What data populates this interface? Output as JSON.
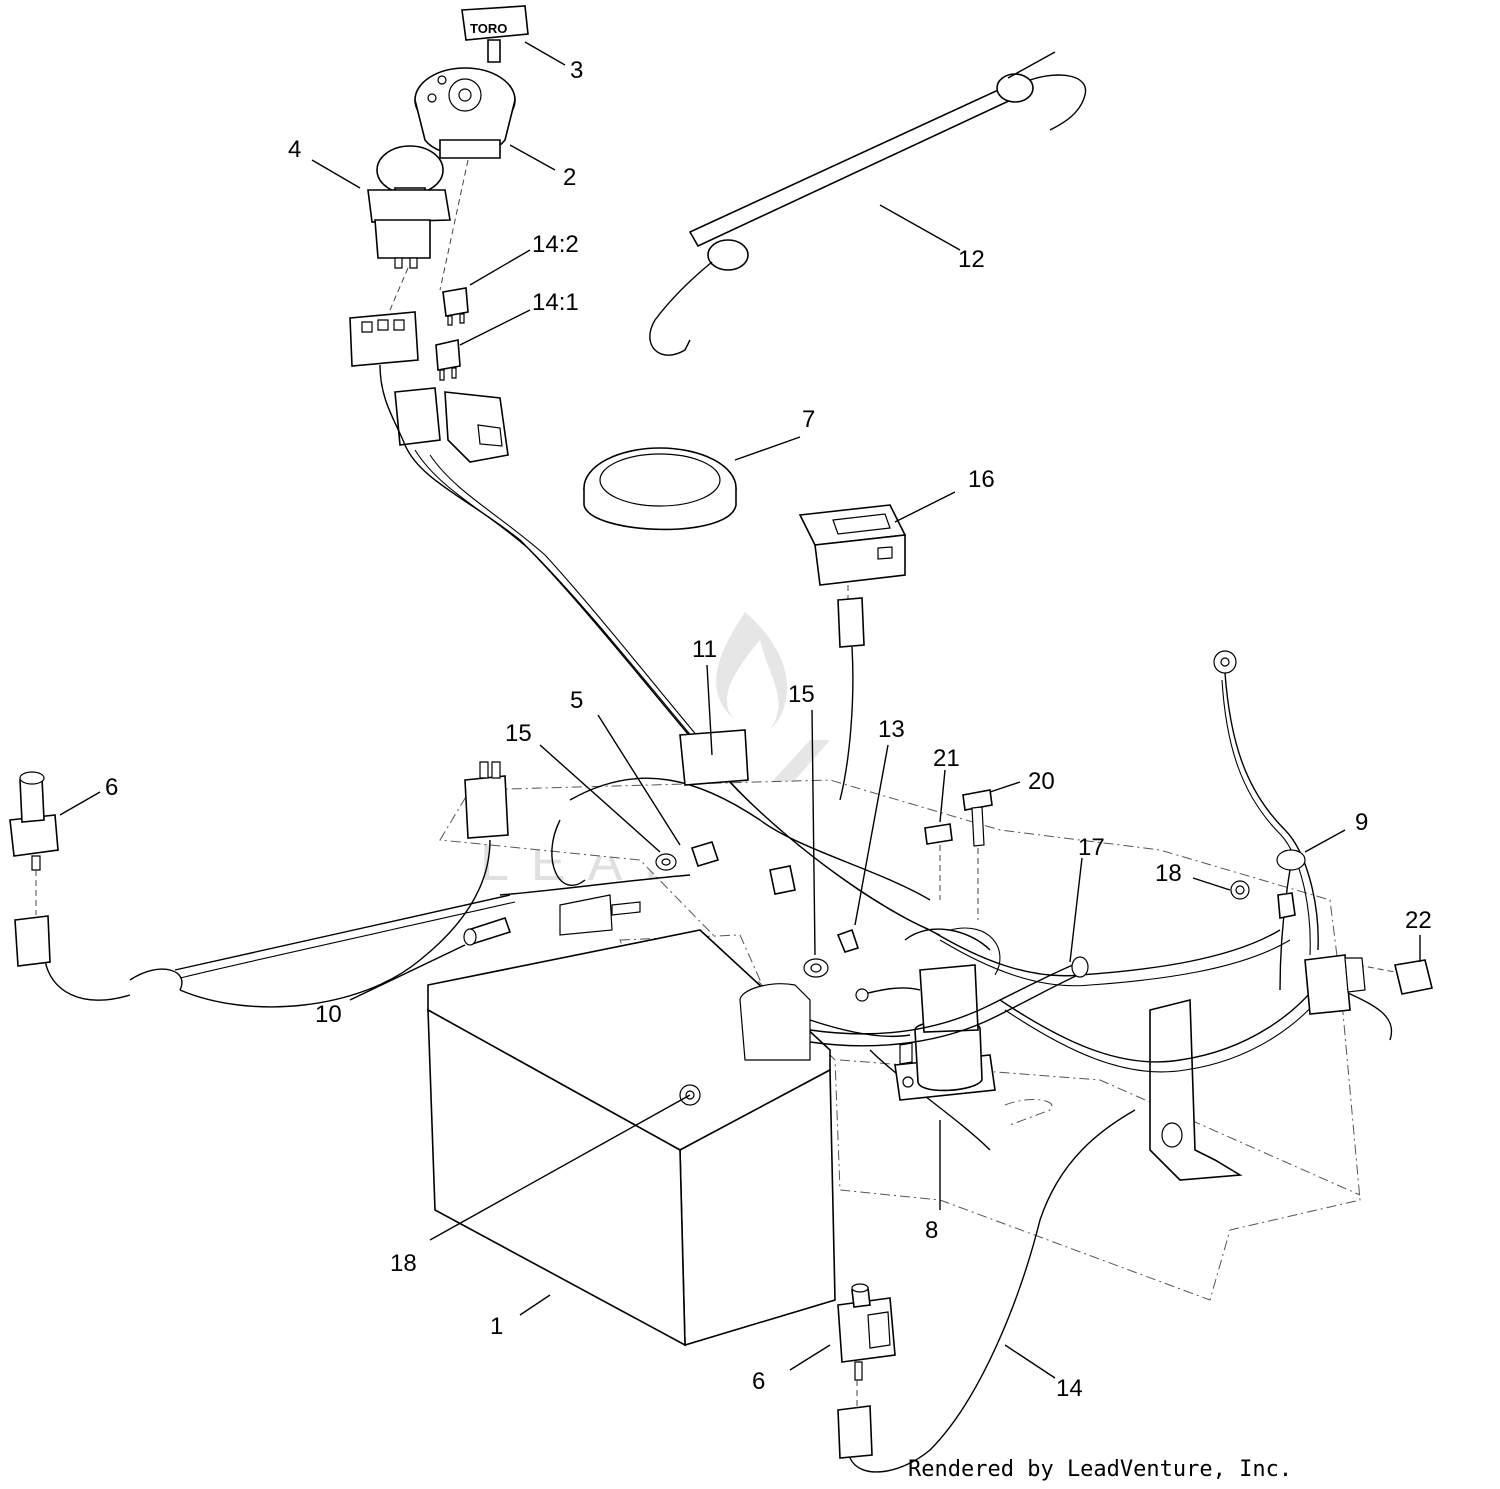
{
  "key_brand": "TORO",
  "watermark_text": "LEADVENTURE",
  "credit": "Rendered by LeadVenture, Inc.",
  "callouts": {
    "c1": "1",
    "c2": "2",
    "c3": "3",
    "c4": "4",
    "c5": "5",
    "c6a": "6",
    "c6b": "6",
    "c7": "7",
    "c8": "8",
    "c9": "9",
    "c10": "10",
    "c11": "11",
    "c12": "12",
    "c13": "13",
    "c14": "14",
    "c14_1": "14:1",
    "c14_2": "14:2",
    "c15a": "15",
    "c15b": "15",
    "c16": "16",
    "c17": "17",
    "c18a": "18",
    "c18b": "18",
    "c20": "20",
    "c21": "21",
    "c22": "22"
  }
}
